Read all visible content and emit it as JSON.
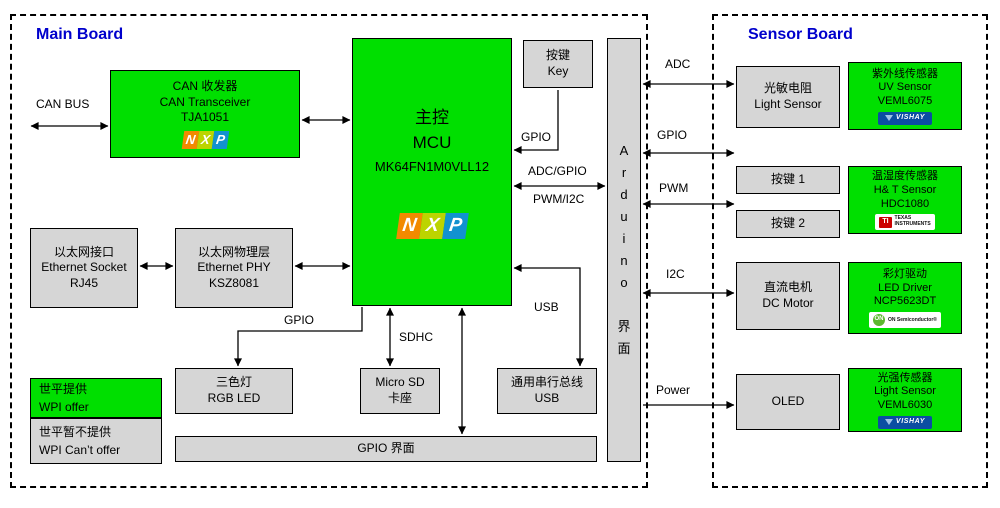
{
  "main_board": {
    "title": "Main Board",
    "can_transceiver_text": "CAN 收发器\nCAN Transceiver\nTJA1051",
    "mcu_title": "主控\nMCU",
    "mcu_part": "MK64FN1M0VLL12",
    "key_text": "按键\nKey",
    "ethernet_socket_text": "以太网接口\nEthernet Socket\nRJ45",
    "ethernet_phy_text": "以太网物理层\nEthernet PHY\nKSZ8081",
    "rgb_led_text": "三色灯\nRGB LED",
    "micro_sd_text": "Micro SD\n卡座",
    "usb_text": "通用串行总线\nUSB",
    "gpio_bar_text": "GPIO 界面",
    "legend_offer_text": "世平提供\nWPI offer",
    "legend_not_offer_text": "世平暂不提供\nWPI Can’t offer"
  },
  "arduino_bar_text": "A\nr\nd\nu\ni\nn\no\n\n界\n面",
  "labels": {
    "can_bus": "CAN BUS",
    "gpio_key": "GPIO",
    "adc_gpio": "ADC/GPIO",
    "pwm_i2c": "PWM/I2C",
    "gpio_led": "GPIO",
    "sdhc": "SDHC",
    "usb": "USB",
    "adc": "ADC",
    "gpio_sensor": "GPIO",
    "pwm": "PWM",
    "i2c": "I2C",
    "power": "Power"
  },
  "sensor_board": {
    "title": "Sensor Board",
    "light_sensor_text": "光敏电阻\nLight Sensor",
    "uv_sensor_text": "紫外线传感器\nUV Sensor\nVEML6075",
    "key1_text": "按键 1",
    "key2_text": "按键 2",
    "ht_sensor_text": "温湿度传感器\nH& T Sensor\nHDC1080",
    "dc_motor_text": "直流电机\nDC Motor",
    "led_driver_text": "彩灯驱动\nLED Driver\nNCP5623DT",
    "oled_text": "OLED",
    "ambient_light_sensor_text": "光强传感器\nLight Sensor\nVEML6030"
  },
  "logos": {
    "nxp_n": "N",
    "nxp_x": "X",
    "nxp_p": "P",
    "vishay": "VISHAY",
    "ti_mark": "TI",
    "ti_name": "TEXAS\nINSTRUMENTS",
    "on_mark": "ON",
    "on_name": "ON Semiconductor®"
  },
  "colors": {
    "box_green": "#00df00",
    "box_gray": "#d6d6d6",
    "title_blue": "#0000cc"
  }
}
